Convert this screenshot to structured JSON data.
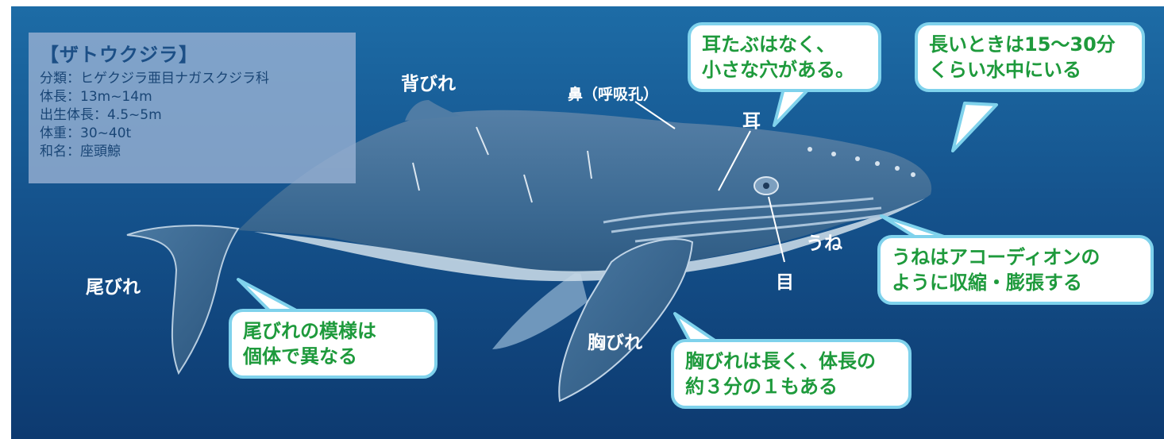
{
  "info": {
    "title": "【ザトウクジラ】",
    "lines": [
      "分類：ヒゲクジラ亜目ナガスクジラ科",
      "体長：13m~14m",
      "出生体長：4.5~5m",
      "体重：30~40t",
      "和名：座頭鯨"
    ]
  },
  "labels": {
    "dorsal_fin": "背びれ",
    "blowhole": "鼻（呼吸孔）",
    "ear": "耳",
    "eye": "目",
    "throat_grooves": "うね",
    "tail_fin": "尾びれ",
    "pectoral_fin": "胸びれ"
  },
  "bubbles": {
    "ear_note": [
      "耳たぶはなく、",
      "小さな穴がある。"
    ],
    "dive_note": [
      "長いときは15〜30分",
      "くらい水中にいる"
    ],
    "grooves_note": [
      "うねはアコーディオンの",
      "ように収縮・膨張する"
    ],
    "tail_note": [
      "尾びれの模様は",
      "個体で異なる"
    ],
    "pectoral_note": [
      "胸びれは長く、体長の",
      "約３分の１もある"
    ]
  },
  "colors": {
    "ocean_top": "#1d6ca6",
    "ocean_bottom": "#0d3a70",
    "whale_body": "#3f6f98",
    "whale_belly": "#c6d8e6",
    "bubble_border": "#7fd2ec",
    "bubble_text": "#1e9a3c"
  }
}
